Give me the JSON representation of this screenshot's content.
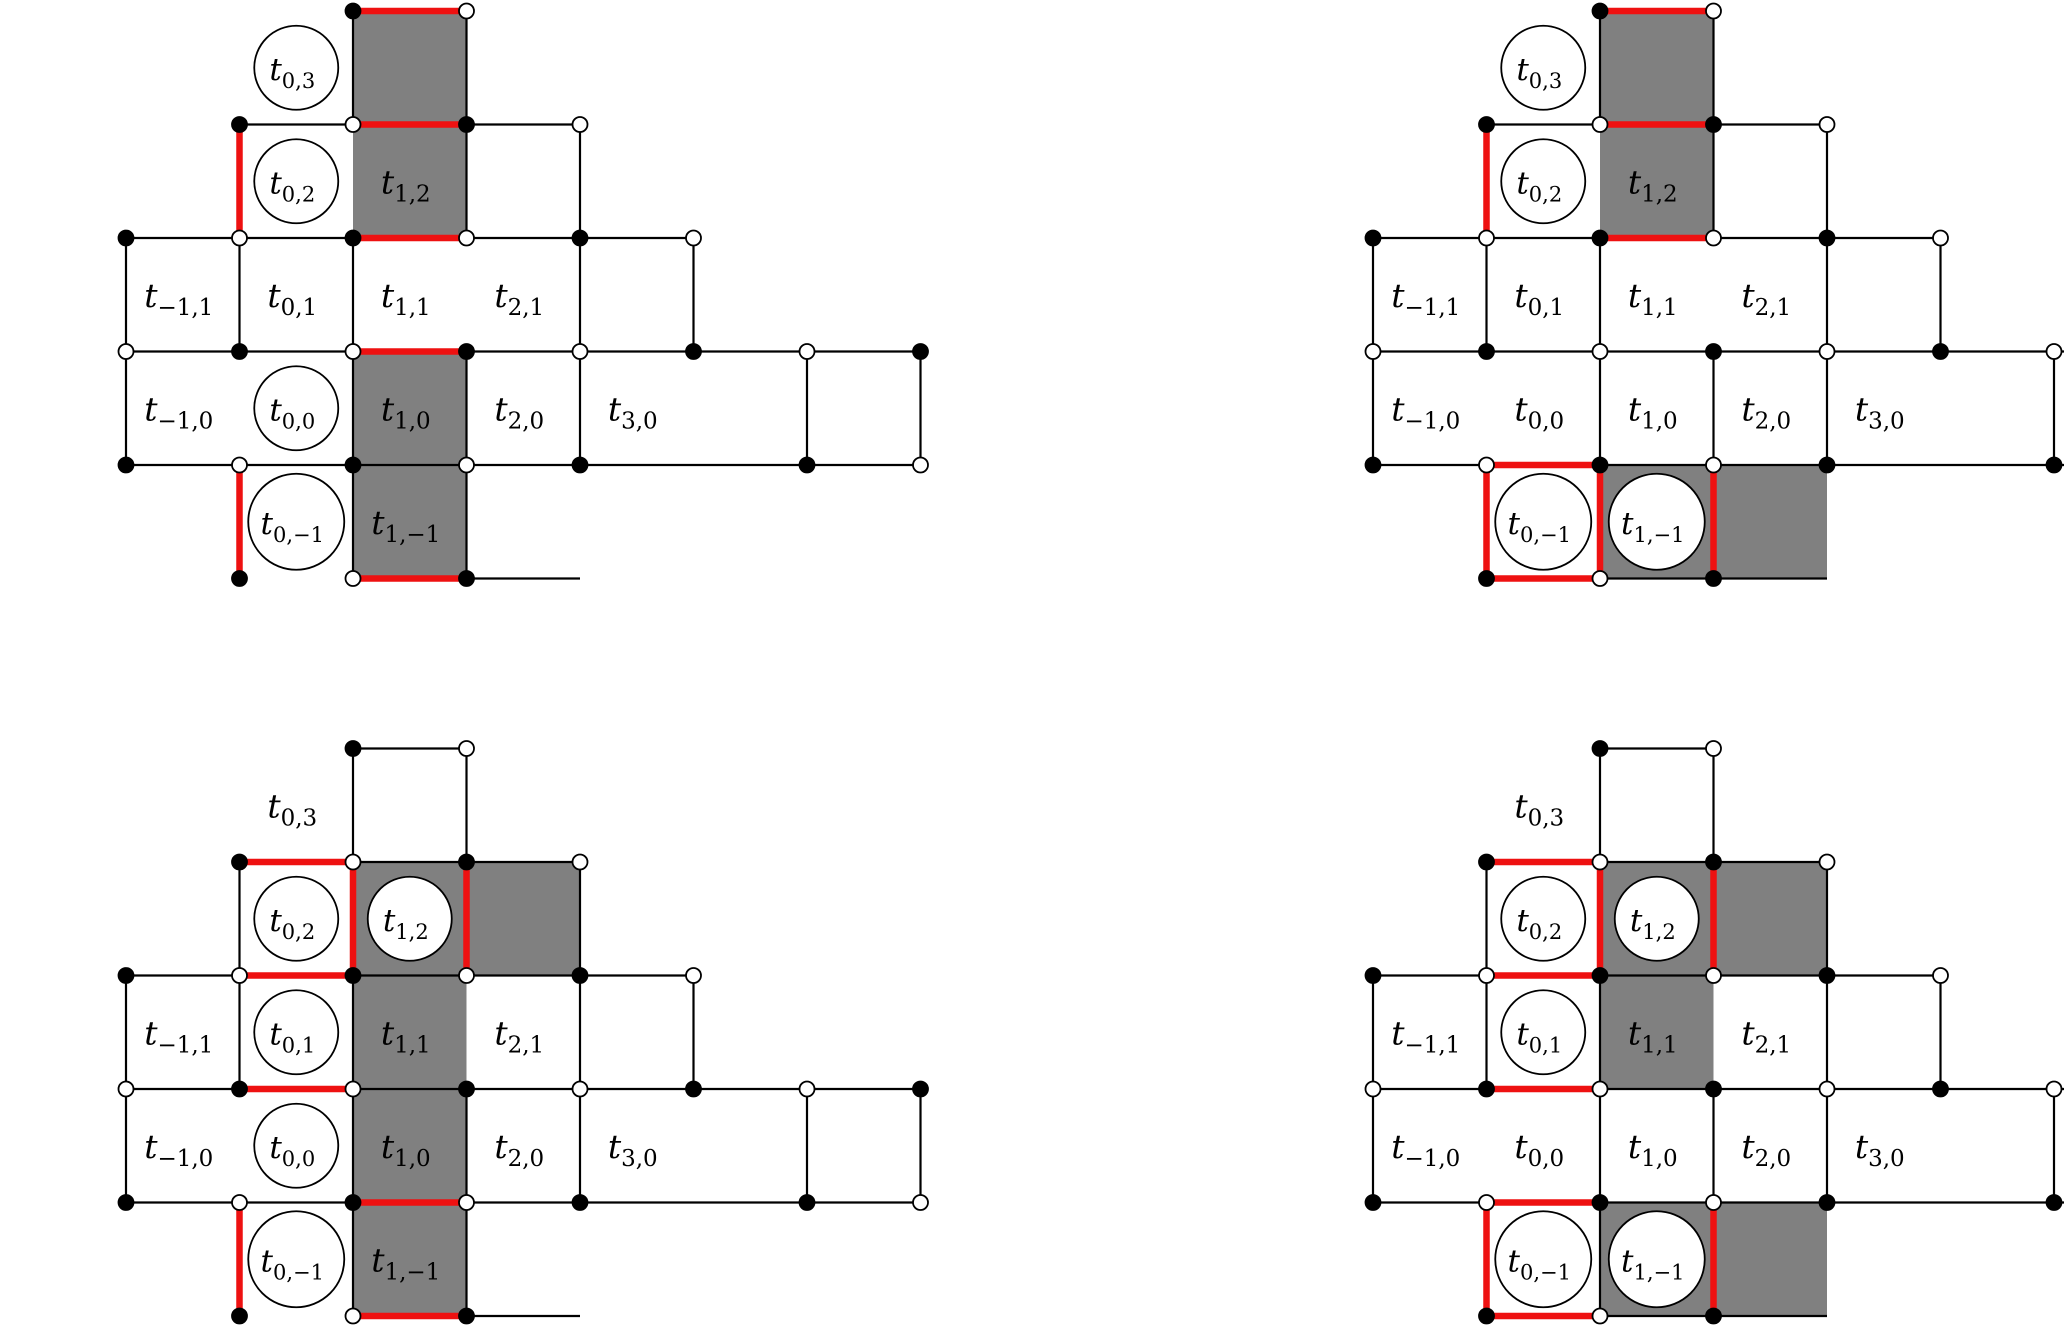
{
  "colors": {
    "shaded": "#808080",
    "red_edge": "#ee1111",
    "line": "#000000",
    "badge_fill": "#ffffff"
  },
  "cells": [
    {
      "id": "-1,0",
      "i": -1,
      "j": 0,
      "letter": "t",
      "sub": "−1,0"
    },
    {
      "id": "0,-1",
      "i": 0,
      "j": -1,
      "letter": "t",
      "sub": "0,−1"
    },
    {
      "id": "0,0",
      "i": 0,
      "j": 0,
      "letter": "t",
      "sub": "0,0"
    },
    {
      "id": "1,0",
      "i": 1,
      "j": 0,
      "letter": "t",
      "sub": "1,0"
    },
    {
      "id": "2,0",
      "i": 2,
      "j": 0,
      "letter": "t",
      "sub": "2,0"
    },
    {
      "id": "3,0",
      "i": 3,
      "j": 0,
      "letter": "t",
      "sub": "3,0"
    },
    {
      "id": "1,-1",
      "i": 1,
      "j": -1,
      "letter": "t",
      "sub": "1,−1"
    },
    {
      "id": "-1,1",
      "i": -1,
      "j": 1,
      "letter": "t",
      "sub": "−1,1"
    },
    {
      "id": "0,1",
      "i": 0,
      "j": 1,
      "letter": "t",
      "sub": "0,1"
    },
    {
      "id": "1,1",
      "i": 1,
      "j": 1,
      "letter": "t",
      "sub": "1,1"
    },
    {
      "id": "2,1",
      "i": 2,
      "j": 1,
      "letter": "t",
      "sub": "2,1"
    },
    {
      "id": "0,2",
      "i": 0,
      "j": 2,
      "letter": "t",
      "sub": "0,2"
    },
    {
      "id": "1,2",
      "i": 1,
      "j": 2,
      "letter": "t",
      "sub": "1,2"
    },
    {
      "id": "0,3",
      "i": 0,
      "j": 3,
      "letter": "t",
      "sub": "0,3"
    }
  ],
  "panels": [
    {
      "name": "panel-top-left",
      "shaded": [
        "0,3",
        "0,2",
        "0,0",
        "0,-1"
      ],
      "badged": [
        "0,3",
        "0,2",
        "0,0",
        "0,-1"
      ],
      "red_edges": [
        "H:1:4:2",
        "H:1:3:2",
        "H:1:2:2",
        "V:0:2:3",
        "H:1:1:2",
        "V:0:-1:0",
        "H:1:-1:2"
      ]
    },
    {
      "name": "panel-top-right",
      "shaded": [
        "0,3",
        "0,2",
        "0,-1",
        "1,-1"
      ],
      "badged": [
        "0,3",
        "0,2",
        "0,-1",
        "1,-1"
      ],
      "red_edges": [
        "H:1:4:2",
        "H:1:3:2",
        "H:1:2:2",
        "V:0:2:3",
        "H:0:0:1",
        "V:0:-1:0",
        "V:1:-1:0",
        "V:2:-1:0",
        "H:0:-1:1"
      ]
    },
    {
      "name": "panel-bottom-left",
      "shaded": [
        "0,2",
        "1,2",
        "0,1",
        "0,0",
        "0,-1"
      ],
      "badged": [
        "0,2",
        "1,2",
        "0,1",
        "0,0",
        "0,-1"
      ],
      "red_edges": [
        "H:0:3:1",
        "V:1:2:3",
        "V:2:2:3",
        "H:0:2:1",
        "H:0:1:1",
        "H:1:0:2",
        "V:0:-1:0",
        "H:1:-1:2"
      ]
    },
    {
      "name": "panel-bottom-right",
      "shaded": [
        "0,2",
        "1,2",
        "0,1",
        "0,-1",
        "1,-1"
      ],
      "badged": [
        "0,2",
        "1,2",
        "0,1",
        "0,-1",
        "1,-1"
      ],
      "red_edges": [
        "H:0:3:1",
        "V:1:2:3",
        "V:2:2:3",
        "H:0:2:1",
        "H:0:1:1",
        "H:0:0:1",
        "V:0:-1:0",
        "V:2:-1:0",
        "H:0:-1:1"
      ]
    }
  ]
}
